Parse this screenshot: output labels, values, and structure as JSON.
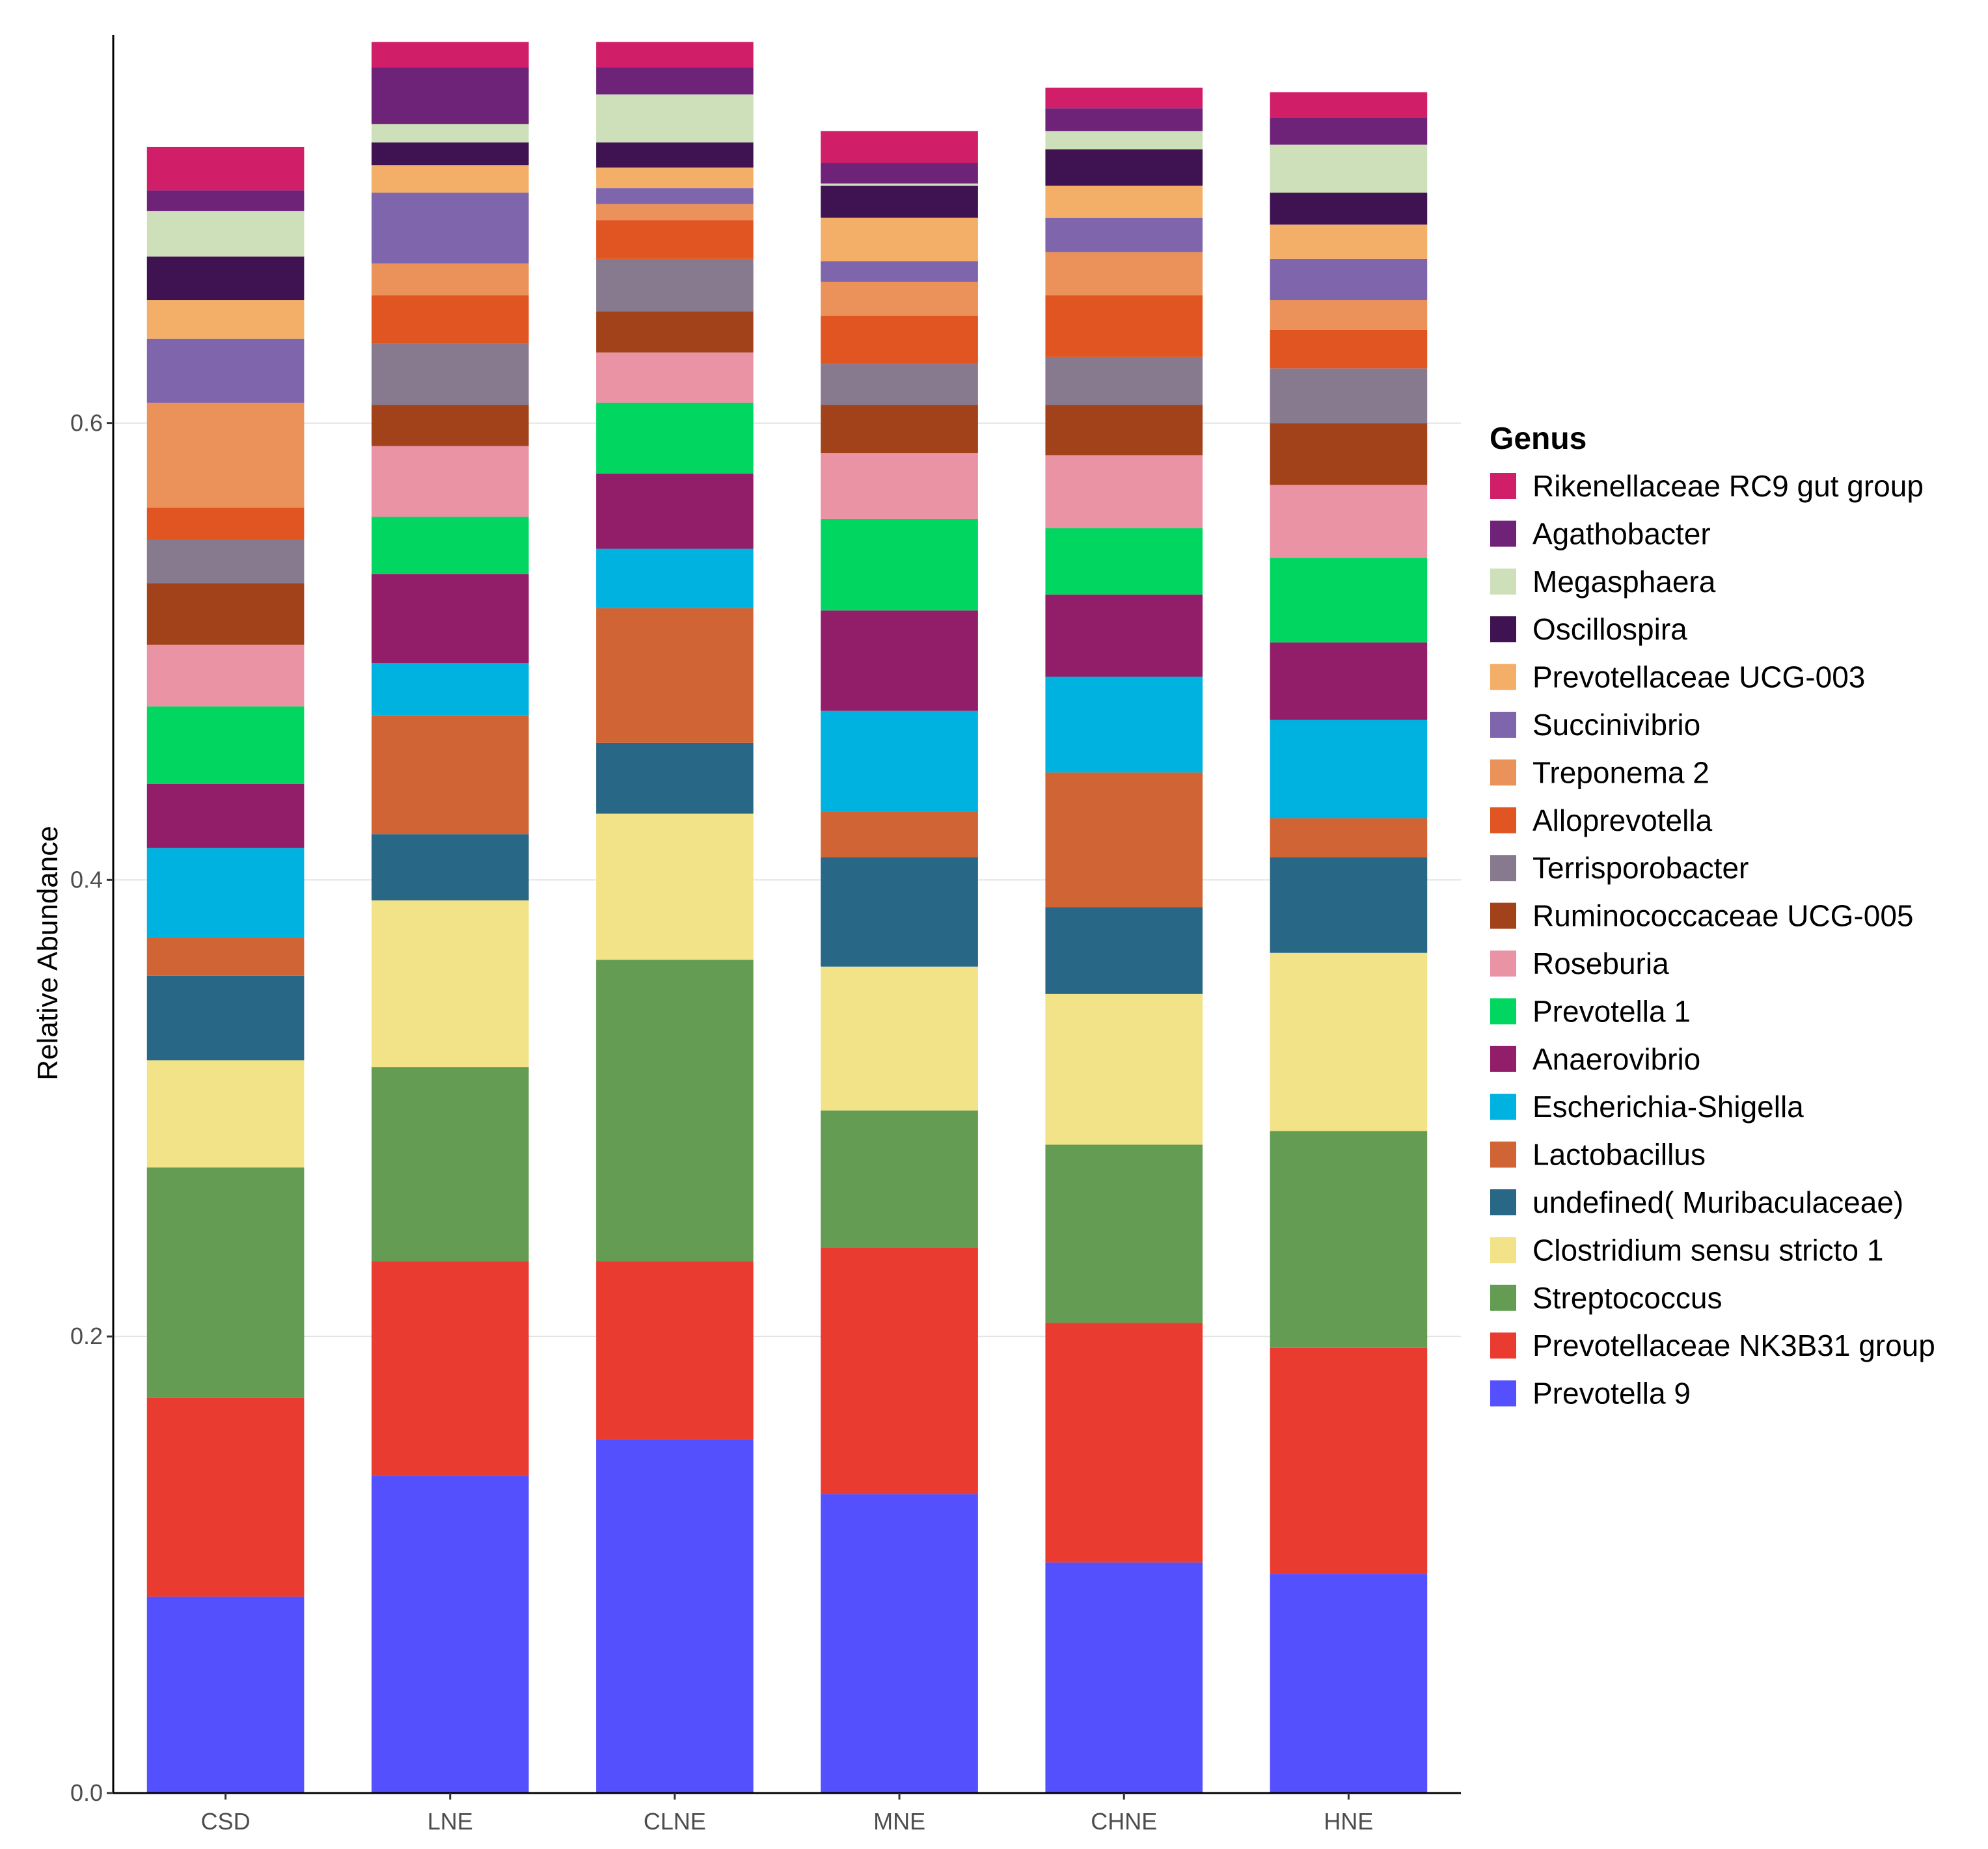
{
  "chart_data": {
    "type": "bar",
    "stacked": true,
    "ylabel": "Relative Abundance",
    "ylim": [
      0,
      0.77
    ],
    "yticks": [
      {
        "value": 0.0,
        "label": "0.0"
      },
      {
        "value": 0.2,
        "label": "0.2"
      },
      {
        "value": 0.4,
        "label": "0.4"
      },
      {
        "value": 0.6,
        "label": "0.6"
      }
    ],
    "grid": "horizontal major gridlines",
    "legend_title": "Genus",
    "legend_position": "right",
    "categories": [
      "CSD",
      "LNE",
      "CLNE",
      "MNE",
      "CHNE",
      "HNE"
    ],
    "series": [
      {
        "name": "Prevotella 9",
        "color": "#5450fe",
        "values": [
          0.086,
          0.139,
          0.155,
          0.131,
          0.101,
          0.096
        ]
      },
      {
        "name": "Prevotellaceae NK3B31 group",
        "color": "#ea3b30",
        "values": [
          0.087,
          0.094,
          0.078,
          0.108,
          0.105,
          0.099
        ]
      },
      {
        "name": "Streptococcus",
        "color": "#639c52",
        "values": [
          0.101,
          0.085,
          0.132,
          0.06,
          0.078,
          0.095
        ]
      },
      {
        "name": "Clostridium sensu stricto 1",
        "color": "#f2e388",
        "values": [
          0.047,
          0.073,
          0.064,
          0.063,
          0.066,
          0.078
        ]
      },
      {
        "name": "undefined( Muribaculaceae)",
        "color": "#286785",
        "values": [
          0.037,
          0.029,
          0.031,
          0.048,
          0.038,
          0.042
        ]
      },
      {
        "name": "Lactobacillus",
        "color": "#d06434",
        "values": [
          0.017,
          0.052,
          0.059,
          0.02,
          0.059,
          0.017
        ]
      },
      {
        "name": "Escherichia-Shigella",
        "color": "#00b2e0",
        "values": [
          0.039,
          0.023,
          0.026,
          0.044,
          0.042,
          0.043
        ]
      },
      {
        "name": "Anaerovibrio",
        "color": "#921d68",
        "values": [
          0.028,
          0.039,
          0.033,
          0.044,
          0.036,
          0.034
        ]
      },
      {
        "name": "Prevotella 1",
        "color": "#01d760",
        "values": [
          0.034,
          0.025,
          0.031,
          0.04,
          0.029,
          0.037
        ]
      },
      {
        "name": "Roseburia",
        "color": "#e993a5",
        "values": [
          0.027,
          0.031,
          0.022,
          0.029,
          0.032,
          0.032
        ]
      },
      {
        "name": "Ruminococcaceae UCG-005",
        "color": "#a2421a",
        "values": [
          0.027,
          0.018,
          0.018,
          0.021,
          0.022,
          0.027
        ]
      },
      {
        "name": "Terrisporobacter",
        "color": "#887a8e",
        "values": [
          0.019,
          0.027,
          0.023,
          0.018,
          0.021,
          0.024
        ]
      },
      {
        "name": "Alloprevotella",
        "color": "#e05521",
        "values": [
          0.014,
          0.021,
          0.017,
          0.021,
          0.027,
          0.017
        ]
      },
      {
        "name": "Treponema 2",
        "color": "#eb915a",
        "values": [
          0.046,
          0.014,
          0.007,
          0.015,
          0.019,
          0.013
        ]
      },
      {
        "name": "Succinivibrio",
        "color": "#7f65ab",
        "values": [
          0.028,
          0.031,
          0.007,
          0.009,
          0.015,
          0.018
        ]
      },
      {
        "name": "Prevotellaceae UCG-003",
        "color": "#f3ae67",
        "values": [
          0.017,
          0.012,
          0.009,
          0.019,
          0.014,
          0.015
        ]
      },
      {
        "name": "Oscillospira",
        "color": "#3f1352",
        "values": [
          0.019,
          0.01,
          0.011,
          0.014,
          0.016,
          0.014
        ]
      },
      {
        "name": "Megasphaera",
        "color": "#cde0b9",
        "values": [
          0.02,
          0.008,
          0.021,
          0.001,
          0.008,
          0.021
        ]
      },
      {
        "name": "Agathobacter",
        "color": "#6e2379",
        "values": [
          0.009,
          0.025,
          0.012,
          0.009,
          0.01,
          0.012
        ]
      },
      {
        "name": "Rikenellaceae RC9 gut group",
        "color": "#d11e69",
        "values": [
          0.019,
          0.011,
          0.011,
          0.014,
          0.009,
          0.011
        ]
      }
    ]
  }
}
